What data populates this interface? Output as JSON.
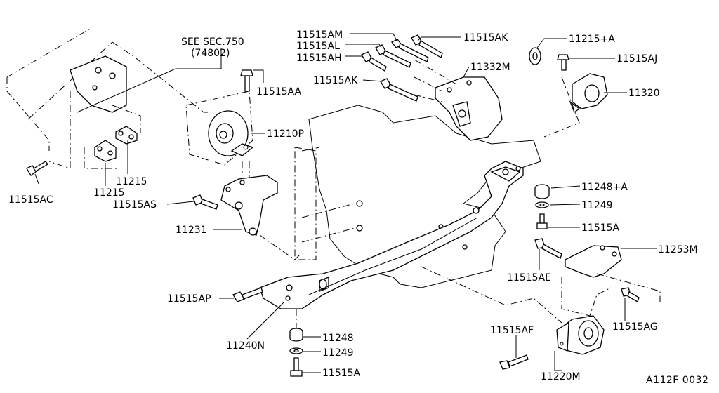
{
  "diagram_code": "A112F 0032",
  "labels": [
    {
      "id": "see-sec",
      "text": "SEE SEC.750"
    },
    {
      "id": "see-sec-ref",
      "text": "(74802)"
    },
    {
      "id": "p11515AM",
      "text": "11515AM"
    },
    {
      "id": "p11515AL",
      "text": "11515AL"
    },
    {
      "id": "p11515AH",
      "text": "11515AH"
    },
    {
      "id": "p11515AK-top",
      "text": "11515AK"
    },
    {
      "id": "p11515AK-mid",
      "text": "11515AK"
    },
    {
      "id": "p11332M",
      "text": "11332M"
    },
    {
      "id": "p11215A",
      "text": "11215+A"
    },
    {
      "id": "p11515AJ",
      "text": "11515AJ"
    },
    {
      "id": "p11320",
      "text": "11320"
    },
    {
      "id": "p11515AA",
      "text": "11515AA"
    },
    {
      "id": "p11210P",
      "text": "11210P"
    },
    {
      "id": "p11215-right",
      "text": "11215"
    },
    {
      "id": "p11215-left",
      "text": "11215"
    },
    {
      "id": "p11515AC",
      "text": "11515AC"
    },
    {
      "id": "p11515AS",
      "text": "11515AS"
    },
    {
      "id": "p11231",
      "text": "11231"
    },
    {
      "id": "p11248A",
      "text": "11248+A"
    },
    {
      "id": "p11249-right",
      "text": "11249"
    },
    {
      "id": "p11515A-right",
      "text": "11515A"
    },
    {
      "id": "p11253M",
      "text": "11253M"
    },
    {
      "id": "p11515AE",
      "text": "11515AE"
    },
    {
      "id": "p11515AP",
      "text": "11515AP"
    },
    {
      "id": "p11248",
      "text": "11248"
    },
    {
      "id": "p11249-bottom",
      "text": "11249"
    },
    {
      "id": "p11515A-bottom",
      "text": "11515A"
    },
    {
      "id": "p11240N",
      "text": "11240N"
    },
    {
      "id": "p11515AF",
      "text": "11515AF"
    },
    {
      "id": "p11515AG",
      "text": "11515AG"
    },
    {
      "id": "p11220M",
      "text": "11220M"
    }
  ]
}
